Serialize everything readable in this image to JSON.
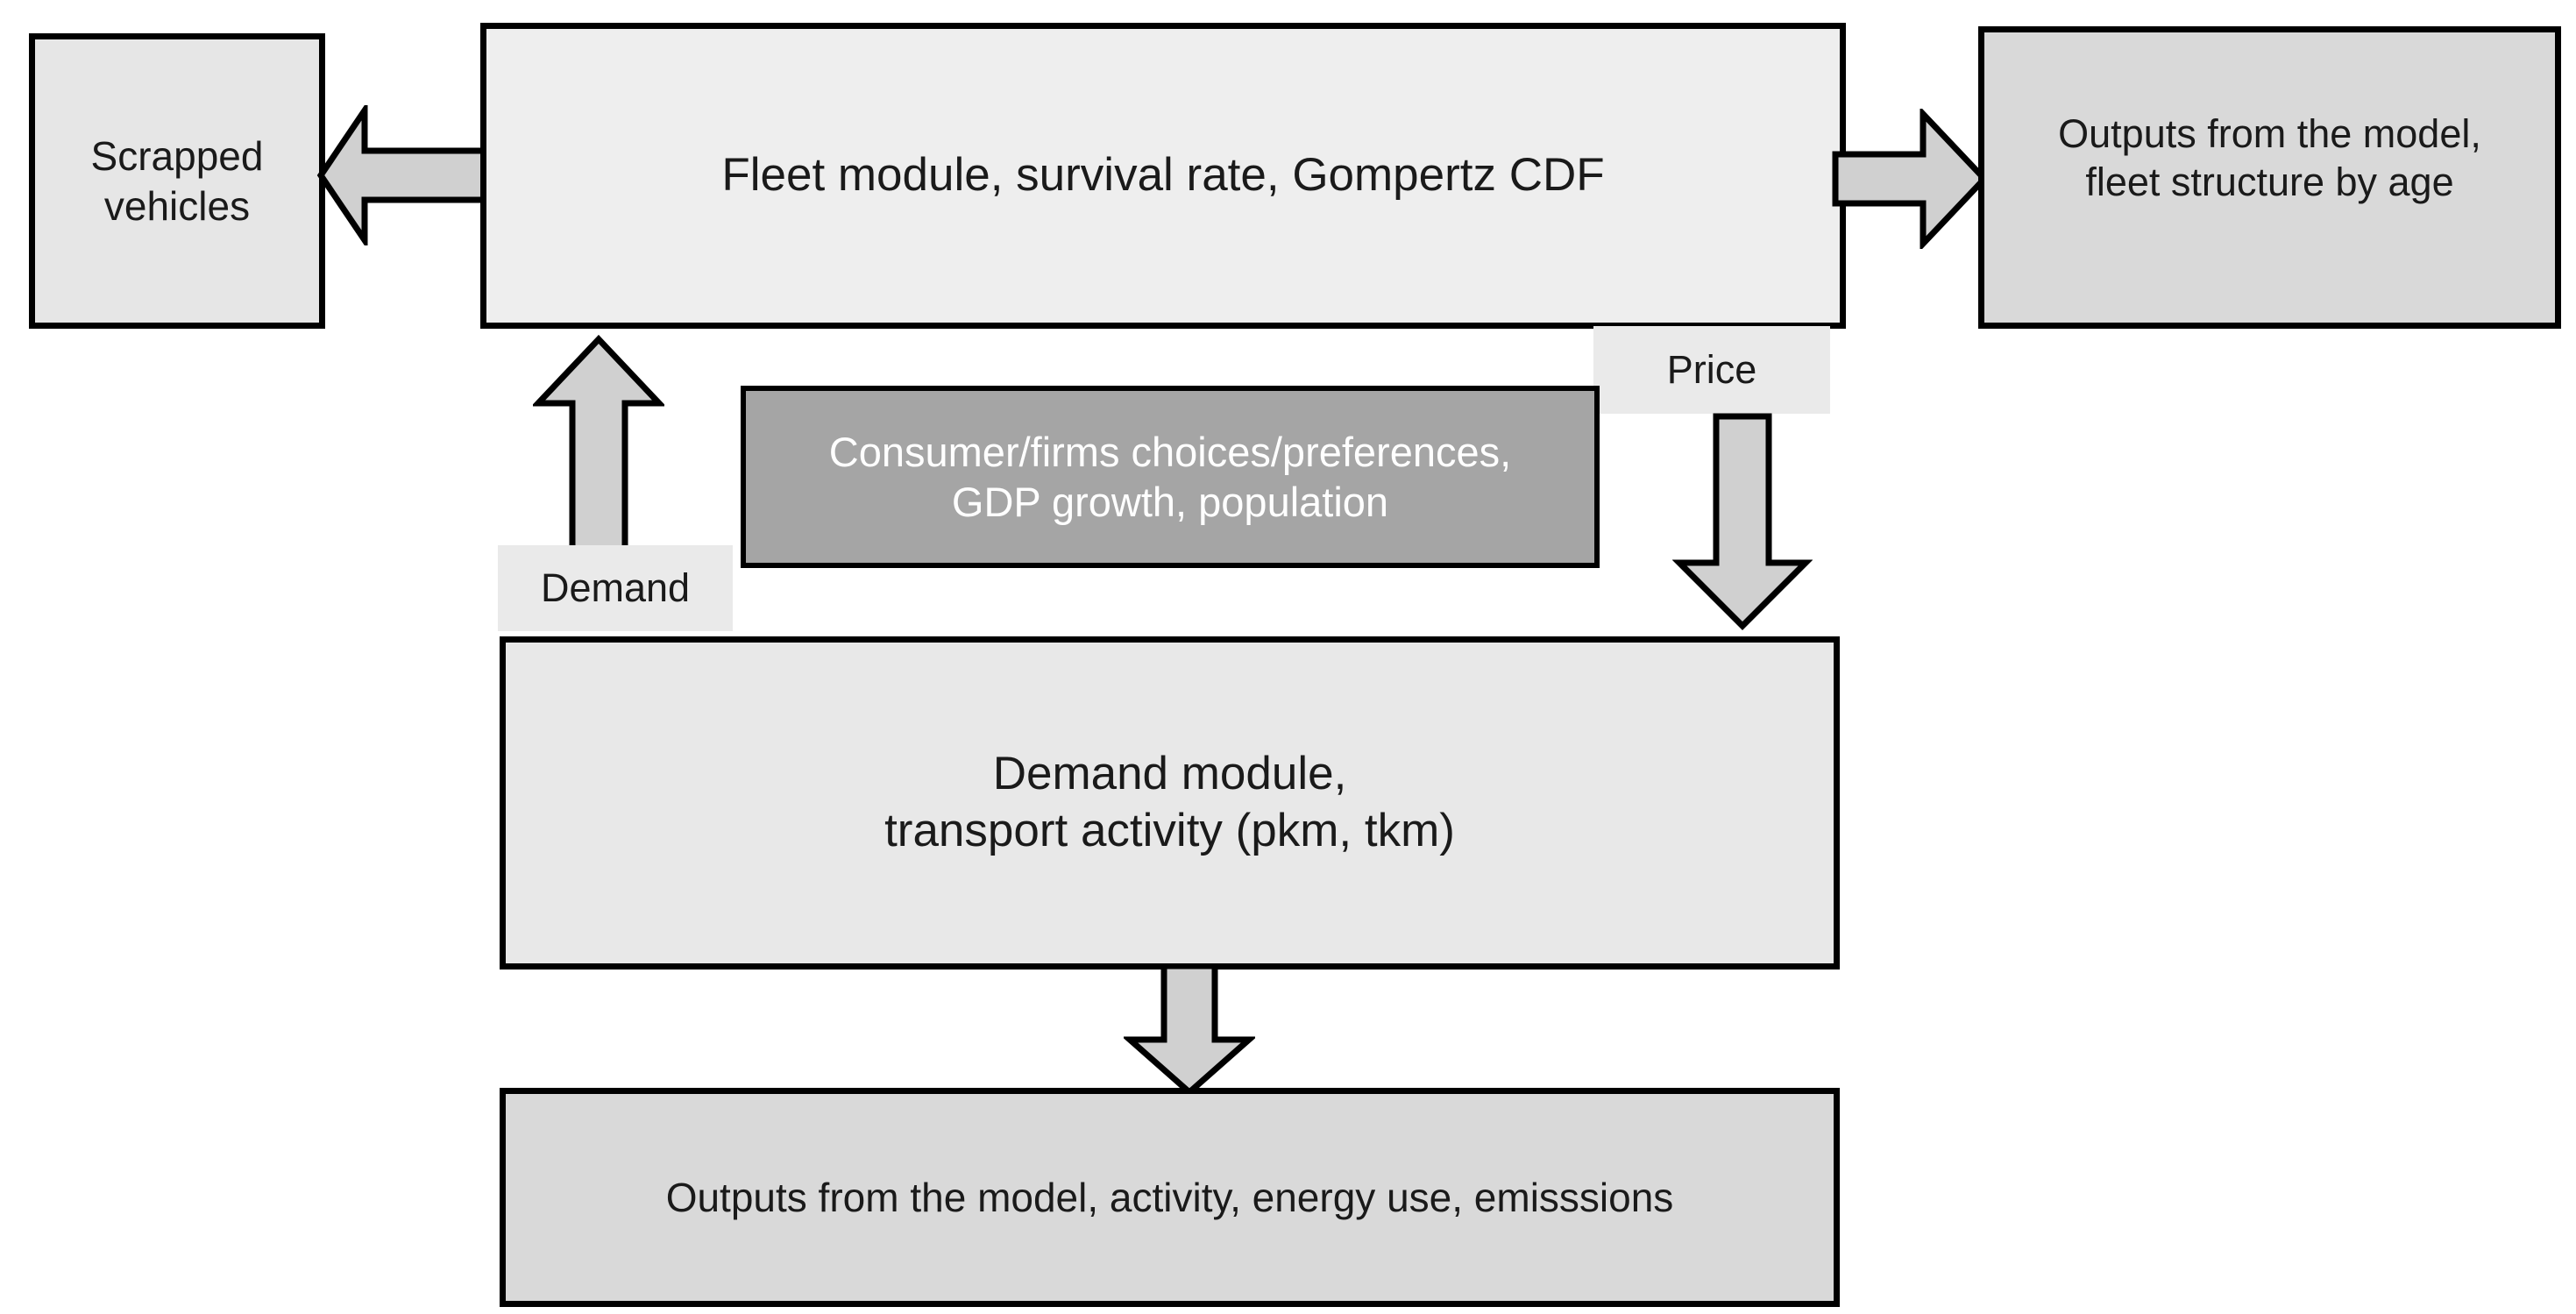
{
  "diagram": {
    "title": "Transport model structure flow diagram",
    "colors": {
      "outline": "#000000",
      "light_box_fill": "#eeeeee",
      "medium_box_fill": "#d9d9d9",
      "dark_box_fill": "#a5a5a5",
      "arrow_fill": "#d0d0d0",
      "label_plate_fill": "#eaeaea",
      "text_dark": "#1a1a1a",
      "text_light": "#ffffff"
    },
    "nodes": {
      "scrapped_vehicles": "Scrapped\nvehicles",
      "fleet_module": "Fleet module, survival rate, Gompertz CDF",
      "fleet_outputs": "Outputs from the model,\nfleet structure by age",
      "consumer_drivers": "Consumer/firms choices/preferences,\nGDP growth, population",
      "demand_module": "Demand module,\ntransport activity (pkm, tkm)",
      "bottom_outputs": "Outputs from the model, activity, energy use, emisssions"
    },
    "edge_labels": {
      "price": "Price",
      "demand": "Demand"
    },
    "arrows": [
      {
        "name": "fleet-to-scrapped",
        "direction": "left"
      },
      {
        "name": "fleet-to-outputs",
        "direction": "right"
      },
      {
        "name": "demand-to-fleet",
        "direction": "up"
      },
      {
        "name": "price-to-demand-module",
        "direction": "down"
      },
      {
        "name": "demand-module-to-outputs",
        "direction": "down"
      }
    ]
  }
}
